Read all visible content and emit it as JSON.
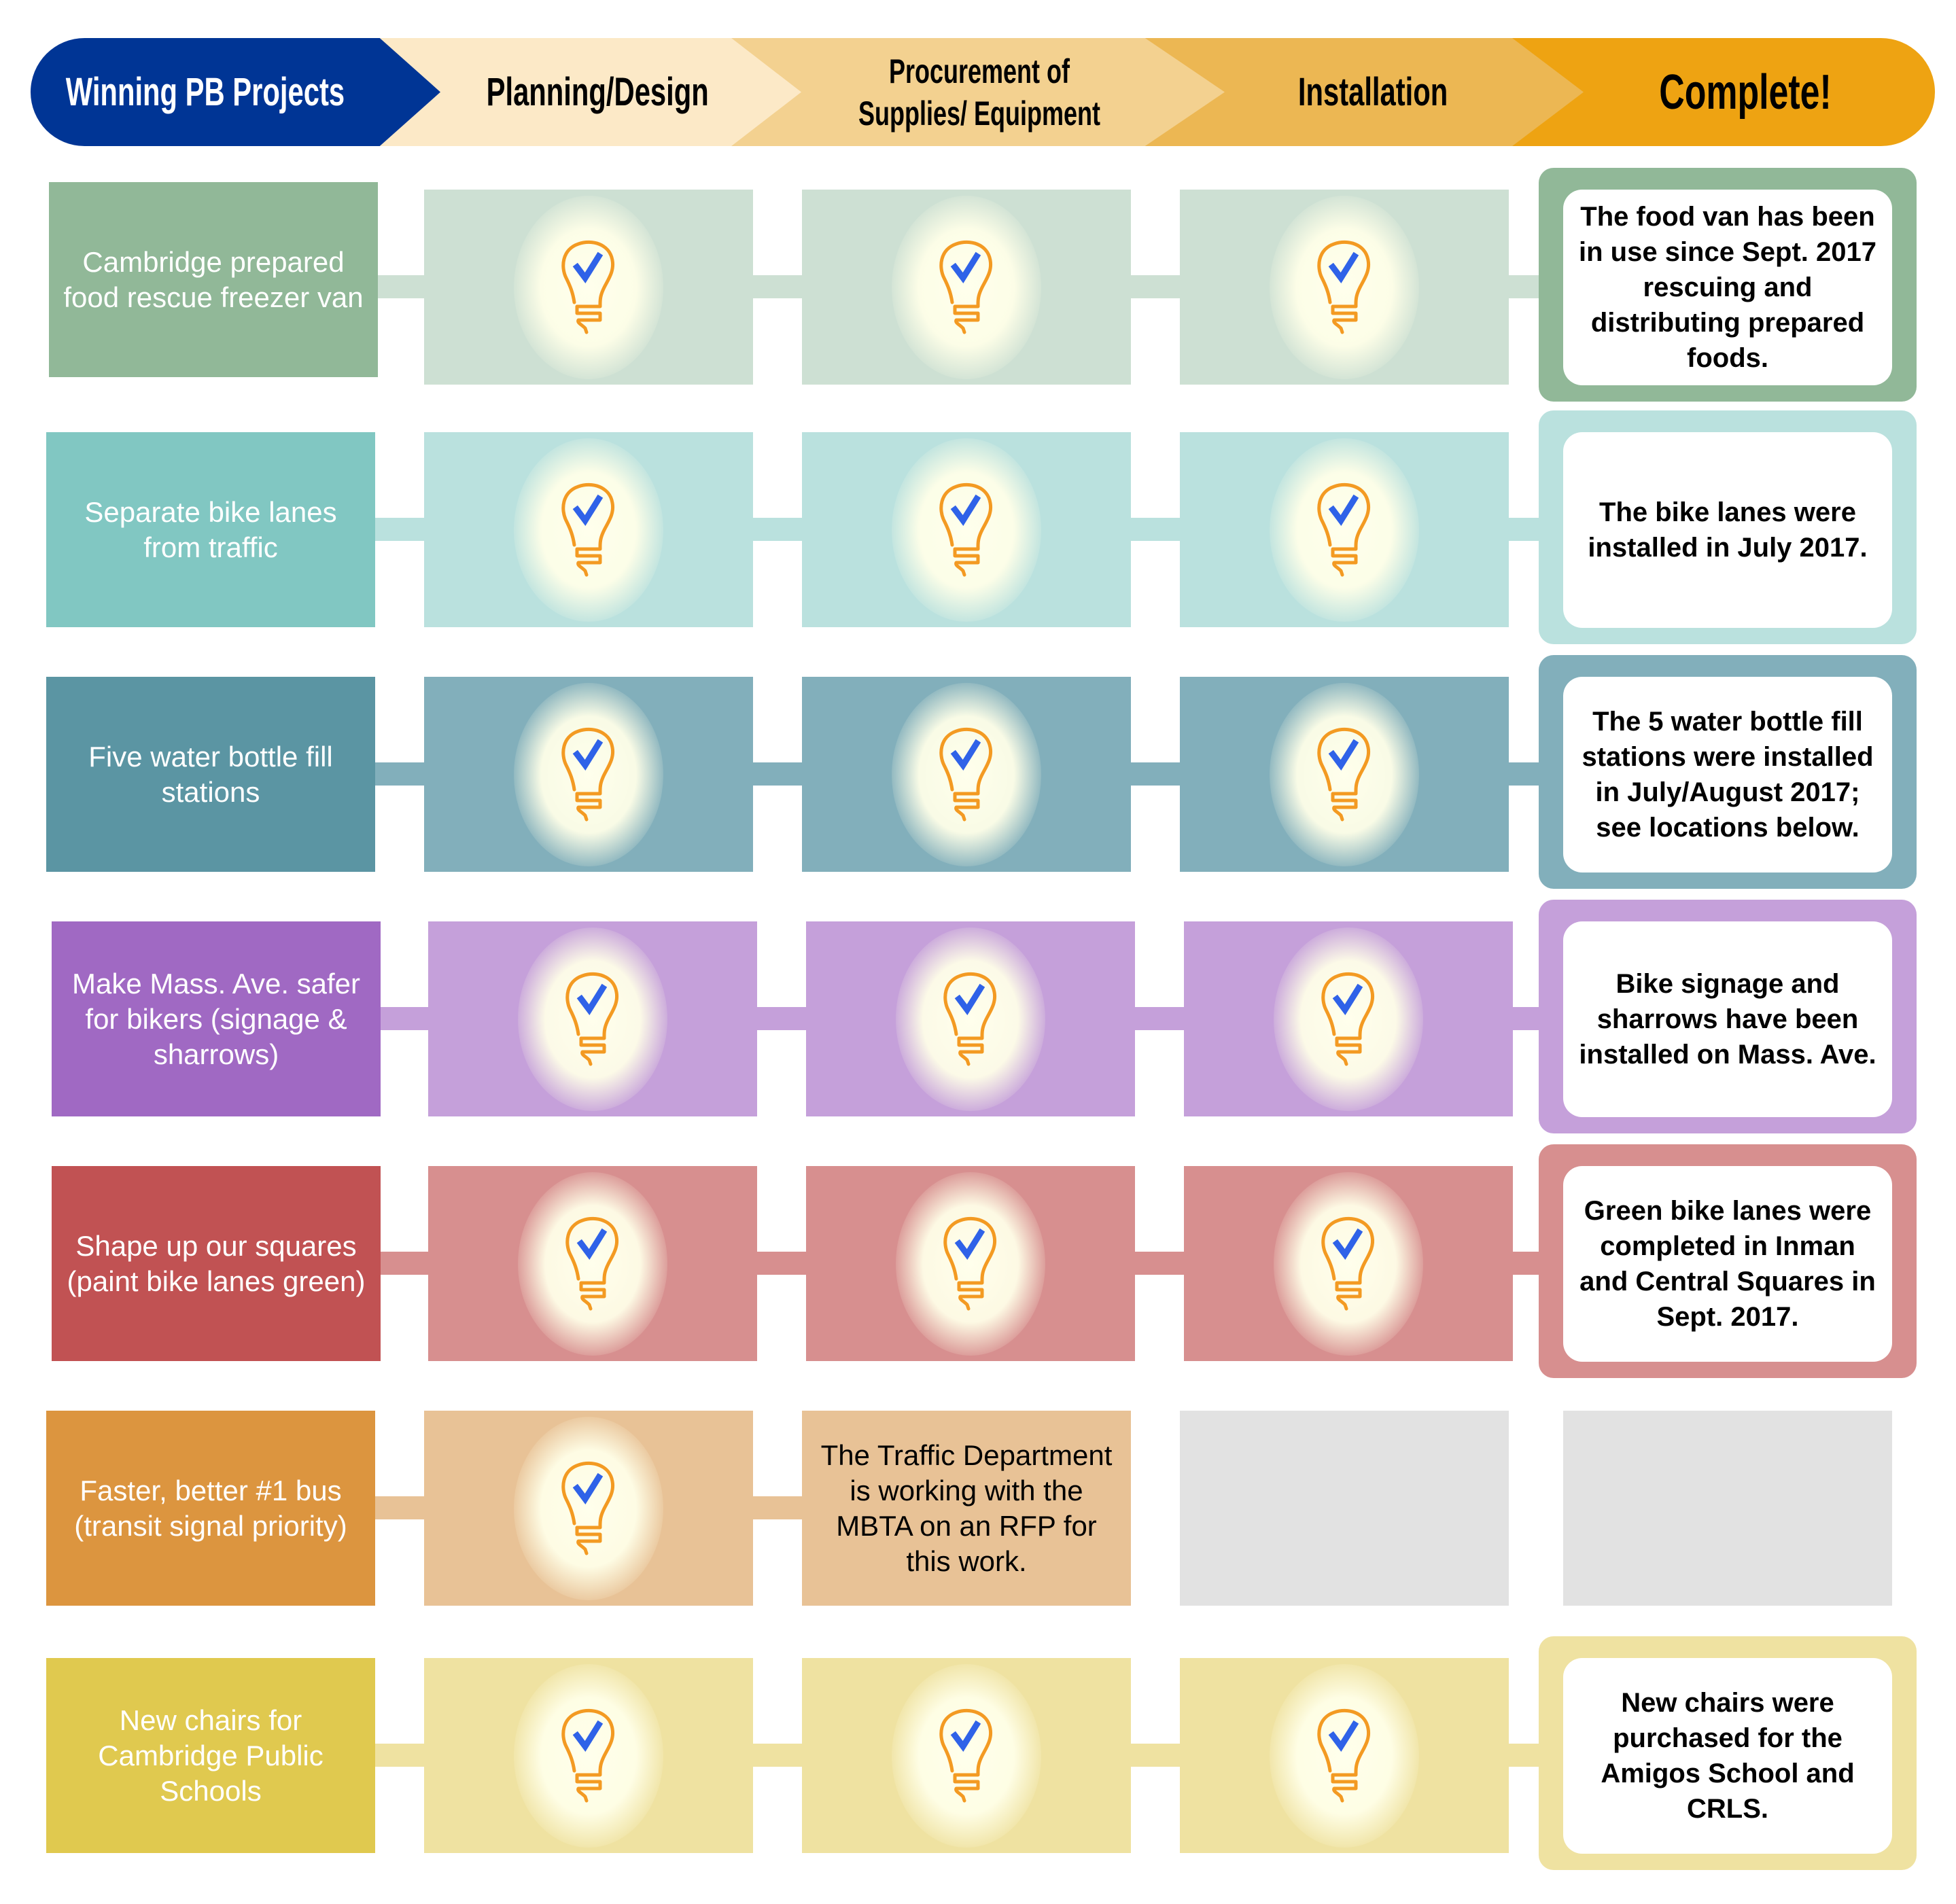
{
  "header": {
    "stages": [
      {
        "label": "Winning PB Projects",
        "color": "#003595"
      },
      {
        "label": "Planning/Design",
        "color": "#fce9c7"
      },
      {
        "label": "Procurement of Supplies/ Equipment",
        "color": "#f3d190"
      },
      {
        "label": "Installation",
        "color": "#ecb753"
      },
      {
        "label": "Complete!",
        "color": "#eea312"
      }
    ]
  },
  "status_icon": {
    "name": "lightbulb-check-icon",
    "bulb_color": "#f39a22",
    "check_color": "#2f62e8"
  },
  "projects": [
    {
      "name": "Cambridge prepared food rescue freezer van",
      "stages_done": [
        "Planning/Design",
        "Procurement of Supplies/ Equipment",
        "Installation"
      ],
      "complete_text": "The food van has been in use since Sept. 2017 rescuing and distributing prepared foods.",
      "color": "#91b898",
      "light_color": "#cde0d3"
    },
    {
      "name": "Separate bike lanes from traffic",
      "stages_done": [
        "Planning/Design",
        "Procurement of Supplies/ Equipment",
        "Installation"
      ],
      "complete_text": "The bike lanes were installed in July 2017.",
      "color": "#81c7c2",
      "light_color": "#bae1de"
    },
    {
      "name": "Five water bottle fill stations",
      "stages_done": [
        "Planning/Design",
        "Procurement of Supplies/ Equipment",
        "Installation"
      ],
      "complete_text": "The 5 water bottle fill stations were installed in July/August 2017; see locations below.",
      "color": "#5b95a3",
      "light_color": "#82afbb"
    },
    {
      "name": "Make Mass. Ave. safer for bikers (signage & sharrows)",
      "stages_done": [
        "Planning/Design",
        "Procurement of Supplies/ Equipment",
        "Installation"
      ],
      "complete_text": "Bike signage and sharrows have been installed on Mass. Ave.",
      "color": "#a069c3",
      "light_color": "#c5a0da"
    },
    {
      "name": "Shape up our squares (paint bike lanes green)",
      "stages_done": [
        "Planning/Design",
        "Procurement of Supplies/ Equipment",
        "Installation"
      ],
      "complete_text": "Green bike lanes were completed in Inman and Central Squares in Sept. 2017.",
      "color": "#c15253",
      "light_color": "#d78f8f"
    },
    {
      "name": "Faster, better #1 bus (transit signal priority)",
      "stages_done": [
        "Planning/Design"
      ],
      "procurement_note": "The Traffic Department is working with the MBTA on an RFP for this work.",
      "complete_text": "",
      "color": "#dc953f",
      "light_color": "#e8c296"
    },
    {
      "name": "New chairs for Cambridge Public Schools",
      "stages_done": [
        "Planning/Design",
        "Procurement of Supplies/ Equipment",
        "Installation"
      ],
      "complete_text": "New chairs were purchased for the Amigos School and CRLS.",
      "color": "#e0c94f",
      "light_color": "#efe2a1"
    }
  ]
}
